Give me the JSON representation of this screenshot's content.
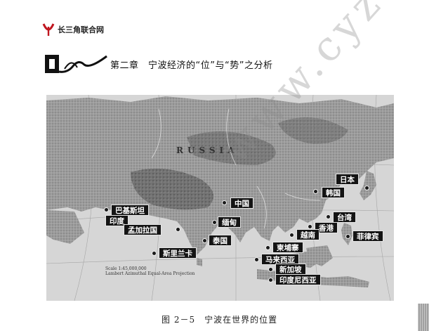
{
  "brand": {
    "name": "长三角联合网"
  },
  "chapter": {
    "title": "第二章　宁波经济的“位”与“势”之分析"
  },
  "figure": {
    "map_title": "RUSSIA",
    "scale_lines": [
      "Scale 1:45,000,000",
      "Lambert Azimuthal Equal-Area Projection"
    ],
    "labels": {
      "japan": "日本",
      "korea": "韩国",
      "pakistan": "巴基斯坦",
      "china": "中国",
      "india": "印度",
      "taiwan": "台湾",
      "hongkong": "香港",
      "bangladesh": "孟加拉国",
      "myanmar": "缅甸",
      "vietnam": "越南",
      "philippines": "菲律宾",
      "thailand": "泰国",
      "cambodia": "柬埔寨",
      "srilanka": "斯里兰卡",
      "malaysia": "马来西亚",
      "singapore": "新加坡",
      "indonesia": "印度尼西亚"
    }
  },
  "caption": "图 2－5　宁波在世界的位置",
  "watermark": "www.cyze.cn"
}
